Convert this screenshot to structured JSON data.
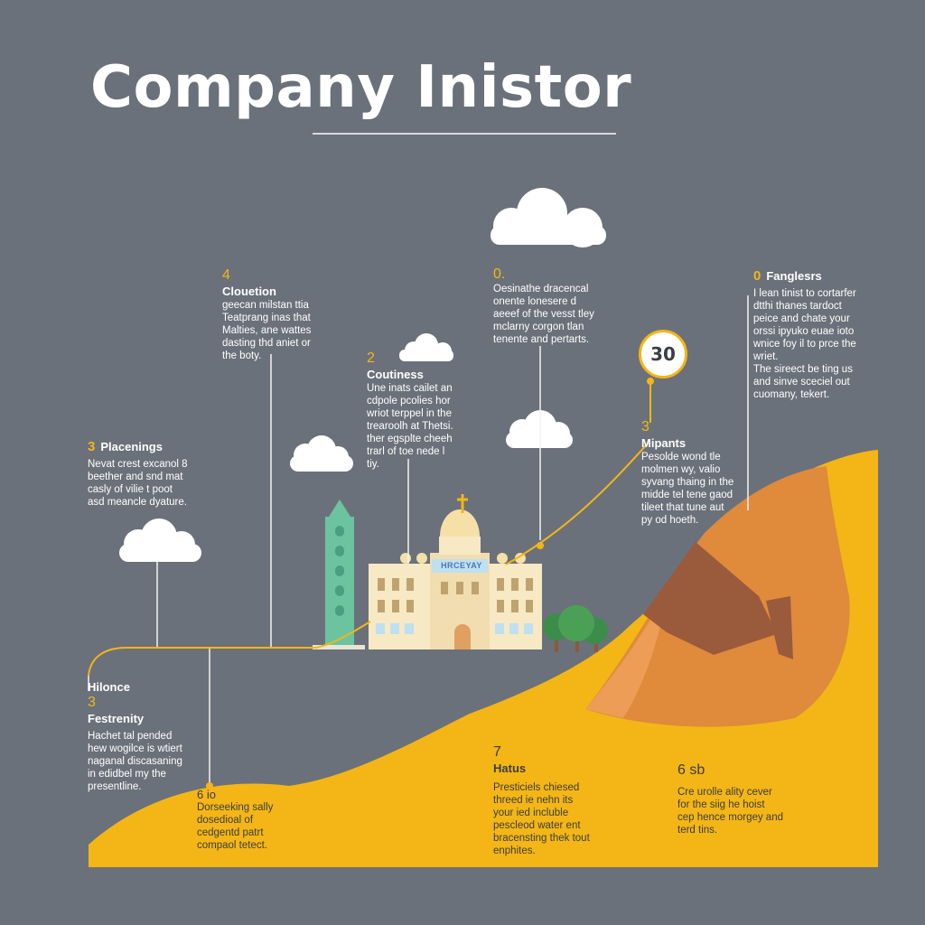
{
  "title": "Company Inistor",
  "badge": "30",
  "building_sign": "HRCEYAY",
  "colors": {
    "background": "#6b717a",
    "accent_yellow": "#f4b616",
    "hill_orange": "#e08a3c",
    "rock_brown": "#9a5a3c",
    "tower_green": "#6cc3a0",
    "tree_green": "#3c8d4a",
    "building_cream": "#f6e9c4"
  },
  "milestones": [
    {
      "id": "clouetion",
      "number": "4",
      "heading": "Clouetion",
      "body": "geecan milstan ttia\nTeatprang inas that\nMalties, ane wattes\ndasting thd aniet or\nthe boty."
    },
    {
      "id": "coutiness",
      "number": "2",
      "heading": "Coutiness",
      "body": "Une inats cailet an\ncdpole pcolies hor\nwriot terppel in the\ntrearoolh at Thetsi.\nther egsplte cheeh\ntrarl of toe nede l\ntiy."
    },
    {
      "id": "top-center",
      "number": "0.",
      "heading": "",
      "body": "Oesinathe dracencal\nonente lonesere d\naeeef of the vesst tley\nmclarny corgon tlan\ntenente and pertarts."
    },
    {
      "id": "fanglesrs",
      "number": "0",
      "heading": "Fanglesrs",
      "body": "I lean tinist to cortarfer\ndtthi thanes tardoct\npeice and chate your\norssi ipyuko euae ioto\nwnice foy il to prce the\nwriet.\nThe sireect be ting us\nand sinve sceciel out\ncuomany, tekert."
    },
    {
      "id": "placenings",
      "number": "3",
      "heading": "Placenings",
      "body": "Nevat crest excanol 8\nbeether and snd mat\ncasly of vilie t poot\nasd meancle dyature."
    },
    {
      "id": "mipants",
      "number": "3",
      "heading": "Mipants",
      "body": "Pesolde wond tle\nmolmen wy, valio\nsyvang thaing in the\nmidde tel tene gaod\ntileet that tune aut\npy od hoeth."
    },
    {
      "id": "hilonce",
      "number": "3",
      "heading": "Hilonce",
      "subheading": "Festrenity",
      "body": "Hachet tal pended\nhew wogilce is wtiert\nnaganal discasaning\nin edidbel my the\npresentline."
    },
    {
      "id": "bottom-left",
      "number": "6 io",
      "heading": "",
      "body": "Dorseeking sally\ndosedioal of\ncedgentd patrt\ncompaol tetect."
    },
    {
      "id": "hatus",
      "number": "7",
      "heading": "Hatus",
      "body": "Presticiels chiesed\nthreed ie nehn its\nyour ied incluble\npescleod water ent\nbracensting thek tout\nenphites."
    },
    {
      "id": "sb",
      "number": "6 sb",
      "heading": "",
      "body": "Cre urolle ality cever\nfor the siig he hoist\ncep hence morgey and\nterd tins."
    }
  ]
}
